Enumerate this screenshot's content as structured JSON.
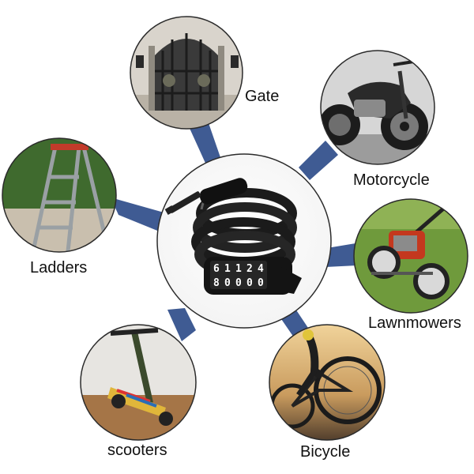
{
  "labels": {
    "gate": "Gate",
    "motorcycle": "Motorcycle",
    "ladders": "Ladders",
    "lawnmowers": "Lawnmowers",
    "scooters": "scooters",
    "bicycle": "Bicycle"
  },
  "center_lock": {
    "digits_top": [
      "6",
      "1",
      "1",
      "2",
      "4"
    ],
    "digits_bottom": [
      "8",
      "0",
      "0",
      "0",
      "0"
    ]
  },
  "colors": {
    "connector": "#3f5b93",
    "ring": "#2b2b2b",
    "cable": "#1b1b1b"
  }
}
